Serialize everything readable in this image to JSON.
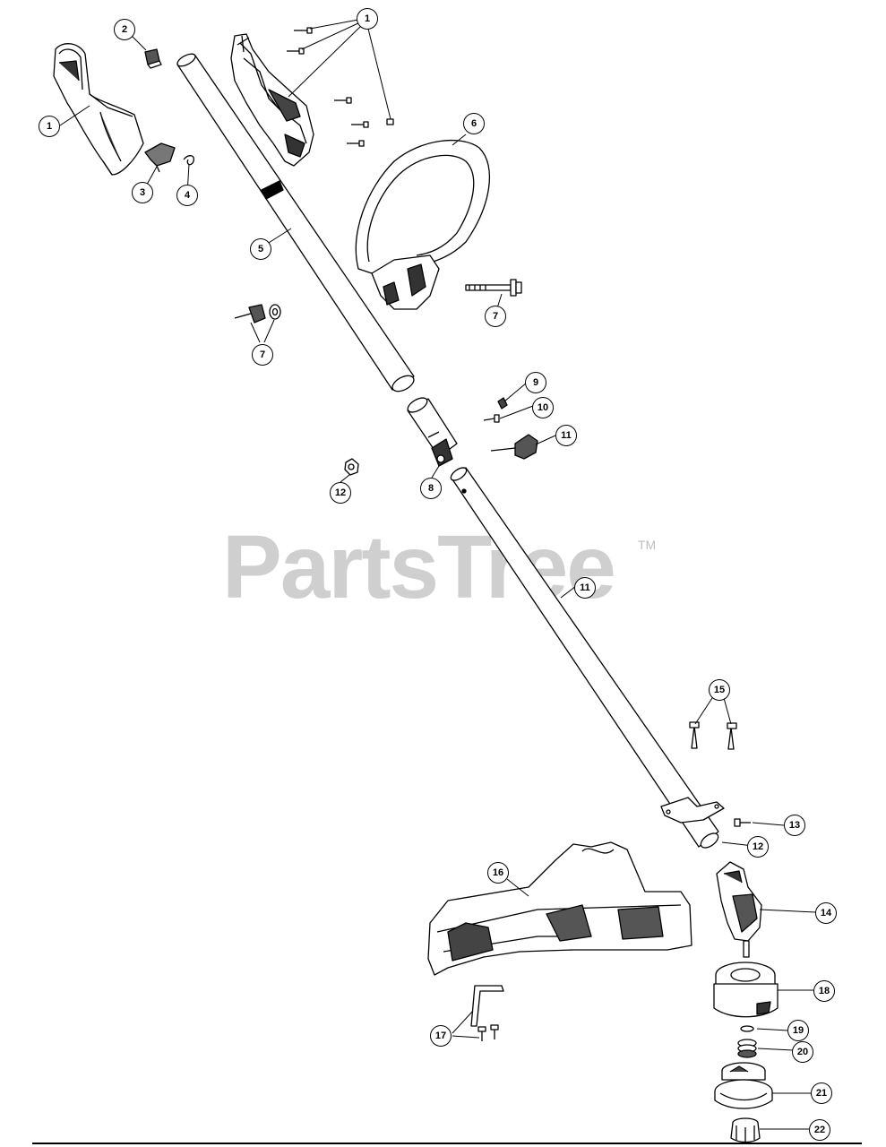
{
  "watermark": {
    "text": "PartsTree",
    "tm": "TM"
  },
  "callouts": [
    {
      "id": "c-1a",
      "label": "1"
    },
    {
      "id": "c-1b",
      "label": "1"
    },
    {
      "id": "c-2",
      "label": "2"
    },
    {
      "id": "c-3",
      "label": "3"
    },
    {
      "id": "c-4",
      "label": "4"
    },
    {
      "id": "c-5",
      "label": "5"
    },
    {
      "id": "c-6",
      "label": "6"
    },
    {
      "id": "c-7a",
      "label": "7"
    },
    {
      "id": "c-7b",
      "label": "7"
    },
    {
      "id": "c-8",
      "label": "8"
    },
    {
      "id": "c-9",
      "label": "9"
    },
    {
      "id": "c-10",
      "label": "10"
    },
    {
      "id": "c-11a",
      "label": "11"
    },
    {
      "id": "c-11b",
      "label": "11"
    },
    {
      "id": "c-12a",
      "label": "12"
    },
    {
      "id": "c-12b",
      "label": "12"
    },
    {
      "id": "c-13",
      "label": "13"
    },
    {
      "id": "c-14",
      "label": "14"
    },
    {
      "id": "c-15",
      "label": "15"
    },
    {
      "id": "c-16",
      "label": "16"
    },
    {
      "id": "c-17",
      "label": "17"
    },
    {
      "id": "c-18",
      "label": "18"
    },
    {
      "id": "c-19",
      "label": "19"
    },
    {
      "id": "c-20",
      "label": "20"
    },
    {
      "id": "c-21",
      "label": "21"
    },
    {
      "id": "c-22",
      "label": "22"
    }
  ]
}
